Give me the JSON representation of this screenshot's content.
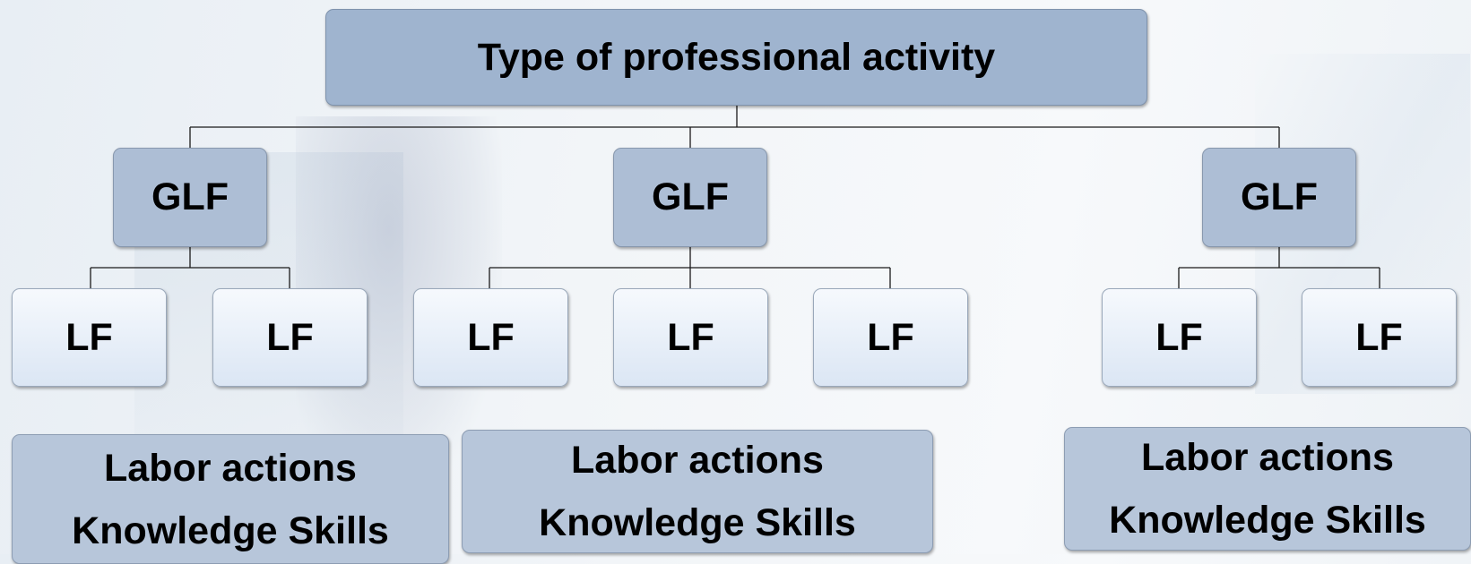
{
  "root": {
    "label": "Type of professional activity"
  },
  "glf": [
    {
      "label": "GLF"
    },
    {
      "label": "GLF"
    },
    {
      "label": "GLF"
    }
  ],
  "lf": [
    {
      "label": "LF"
    },
    {
      "label": "LF"
    },
    {
      "label": "LF"
    },
    {
      "label": "LF"
    },
    {
      "label": "LF"
    },
    {
      "label": "LF"
    },
    {
      "label": "LF"
    }
  ],
  "notes": [
    {
      "line1": "Labor actions",
      "line2": "Knowledge Skills"
    },
    {
      "line1": "Labor actions",
      "line2": "Knowledge Skills"
    },
    {
      "line1": "Labor actions",
      "line2": "Knowledge Skills"
    }
  ]
}
